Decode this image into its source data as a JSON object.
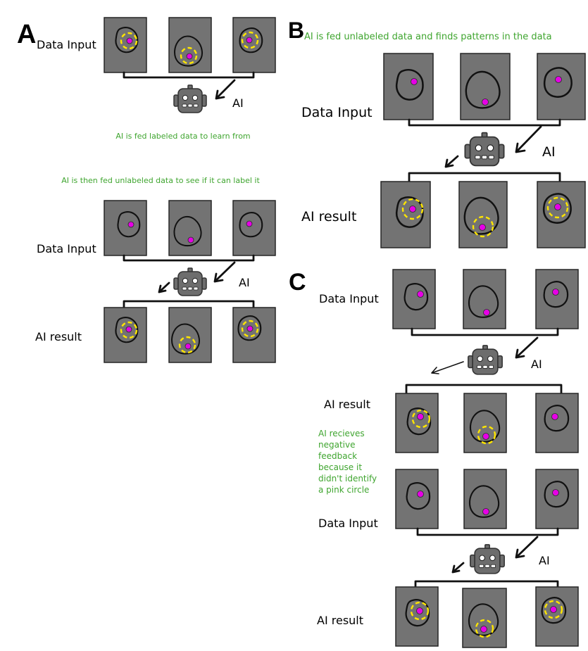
{
  "panels": {
    "a": {
      "letter": "A",
      "data_input_1": "Data Input",
      "ai_1": "AI",
      "note_1": "AI is fed labeled data to learn from",
      "note_2": "AI is then fed unlabeled data to see if it can label it",
      "data_input_2": "Data Input",
      "ai_2": "AI",
      "ai_result": "AI result"
    },
    "b": {
      "letter": "B",
      "note": "AI is fed unlabeled data and finds patterns in the data",
      "data_input": "Data Input",
      "ai": "AI",
      "ai_result": "AI result"
    },
    "c": {
      "letter": "C",
      "data_input_1": "Data Input",
      "ai_1": "AI",
      "ai_result_1": "AI result",
      "feedback_note": [
        "AI recieves",
        "negative",
        "feedback",
        "because it",
        "didn't identify",
        "a pink circle"
      ],
      "data_input_2": "Data Input",
      "ai_2": "AI",
      "ai_result_2": "AI result"
    }
  },
  "colors": {
    "tile": "#737373",
    "dot": "#e600e6",
    "ring": "#ffe600",
    "note_text": "#3fa52f"
  },
  "icons": {
    "robot": "robot-icon",
    "cell": "cell-outline-icon",
    "marker": "pink-dot-marker",
    "highlight": "yellow-dashed-circle"
  }
}
